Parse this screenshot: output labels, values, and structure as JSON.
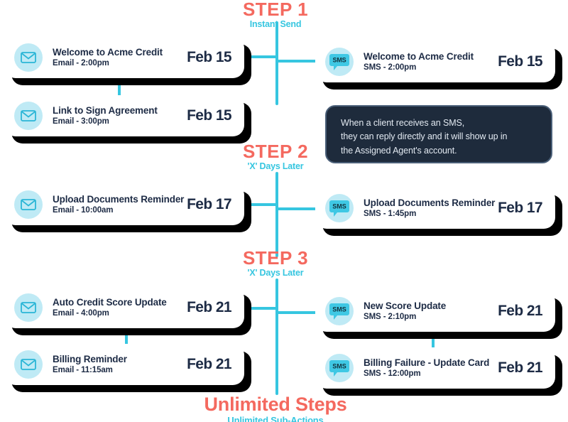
{
  "steps": [
    {
      "title": "STEP 1",
      "subtitle": "Instant Send"
    },
    {
      "title": "STEP 2",
      "subtitle": "'X' Days Later"
    },
    {
      "title": "STEP 3",
      "subtitle": "'X' Days Later"
    },
    {
      "title": "Unlimited Steps",
      "subtitle": "Unlimited Sub-Actions"
    }
  ],
  "callout": {
    "line1": "When a client receives an SMS,",
    "line2": "they can reply directly and it will show up in",
    "line3": "the Assigned Agent's account."
  },
  "cards": {
    "email": [
      {
        "icon": "envelope-icon",
        "title": "Welcome to Acme Credit",
        "sub": "Email - 2:00pm",
        "date": "Feb 15"
      },
      {
        "icon": "envelope-icon",
        "title": "Link to Sign Agreement",
        "sub": "Email - 3:00pm",
        "date": "Feb 15"
      },
      {
        "icon": "envelope-icon",
        "title": "Upload Documents Reminder",
        "sub": "Email - 10:00am",
        "date": "Feb 17"
      },
      {
        "icon": "envelope-icon",
        "title": "Auto Credit Score Update",
        "sub": "Email - 4:00pm",
        "date": "Feb 21"
      },
      {
        "icon": "envelope-icon",
        "title": "Billing Reminder",
        "sub": "Email - 11:15am",
        "date": "Feb 21"
      }
    ],
    "sms": [
      {
        "icon": "sms-bubble-icon",
        "label": "SMS",
        "title": "Welcome to Acme Credit",
        "sub": "SMS - 2:00pm",
        "date": "Feb 15"
      },
      {
        "icon": "sms-bubble-icon",
        "label": "SMS",
        "title": "Upload Documents Reminder",
        "sub": "SMS - 1:45pm",
        "date": "Feb 17"
      },
      {
        "icon": "sms-bubble-icon",
        "label": "SMS",
        "title": "New Score Update",
        "sub": "SMS - 2:10pm",
        "date": "Feb 21"
      },
      {
        "icon": "sms-bubble-icon",
        "label": "SMS",
        "title": "Billing Failure - Update Card",
        "sub": "SMS - 12:00pm",
        "date": "Feb 21"
      }
    ]
  },
  "colors": {
    "accent_cyan": "#36c6e0",
    "accent_red": "#f4695f",
    "ink": "#1d2b45",
    "badge_fill": "#bfeaf5",
    "callout_bg": "#1e2b3c"
  }
}
